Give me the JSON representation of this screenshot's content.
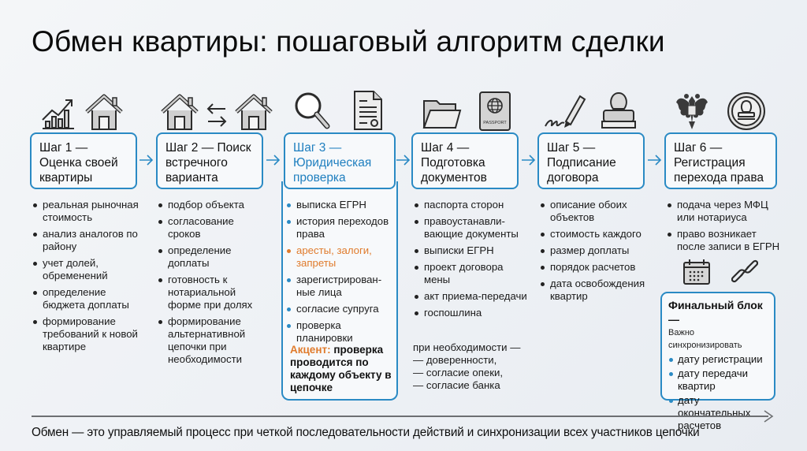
{
  "title": "Обмен квартиры: пошаговый алгоритм сделки",
  "colors": {
    "accent": "#2a8ac4",
    "warning": "#e07b2c",
    "text": "#111111",
    "background": "#eef1f5"
  },
  "icons": [
    [
      "growth-chart-icon",
      "house-icon"
    ],
    [
      "house-icon",
      "exchange-arrows-icon",
      "house-icon"
    ],
    [
      "magnifier-icon",
      "document-icon"
    ],
    [
      "folder-icon",
      "passport-icon"
    ],
    [
      "signature-pen-icon",
      "stamp-icon"
    ],
    [
      "coat-of-arms-icon",
      "seal-icon"
    ]
  ],
  "steps": [
    {
      "label": "Шаг 1 — Оценка своей квартиры",
      "line1": "Шаг 1 —",
      "line2": "Оценка своей",
      "line3": "квартиры",
      "bullets": [
        "реальная рыночная стоимость",
        "анализ аналогов по району",
        "учет долей, обременений",
        "определение бюджета доплаты",
        "формирование требований к новой квартире"
      ]
    },
    {
      "label": "Шаг 2 — Поиск встречного варианта",
      "line1": "Шаг 2 — Поиск",
      "line2": "встречного",
      "line3": "варианта",
      "bullets": [
        "подбор объекта",
        "согласование сроков",
        "определение доплаты",
        "готовность к нотариальной форме при долях",
        "формирование альтернативной цепочки при необходимости"
      ]
    },
    {
      "label": "Шаг 3 — Юридическая проверка",
      "line1": "Шаг 3 —",
      "line2": "Юридическая",
      "line3": "проверка",
      "bullets": [
        "выписка ЕГРН",
        "история переходов права",
        "аресты, залоги, запреты",
        "зарегистрирован-ные лица",
        "согласие супруга",
        "проверка планировки"
      ],
      "accent_label": "Акцент:",
      "accent_text": "проверка проводится по каждому объекту в цепочке"
    },
    {
      "label": "Шаг 4 — Подготовка документов",
      "line1": "Шаг 4 —",
      "line2": "Подготовка",
      "line3": "документов",
      "bullets": [
        "паспорта сторон",
        "правоустанавли-вающие документы",
        "выписки ЕГРН",
        "проект договора мены",
        "акт приема-передачи",
        "госпошлина"
      ],
      "extra": [
        "при необходимости —",
        "— доверенности,",
        "— согласие опеки,",
        "— согласие банка"
      ]
    },
    {
      "label": "Шаг 5 — Подписание договора",
      "line1": "Шаг 5 —",
      "line2": "Подписание",
      "line3": "договора",
      "bullets": [
        "описание обоих объектов",
        "стоимость каждого",
        "размер доплаты",
        "порядок расчетов",
        "дата освобождения квартир"
      ]
    },
    {
      "label": "Шаг 6 — Регистрация перехода права",
      "line1": "Шаг 6 —",
      "line2": "Регистрация",
      "line3": "перехода права",
      "bullets": [
        "подача через МФЦ или нотариуса",
        "право возникает после записи в ЕГРН"
      ]
    }
  ],
  "final_block": {
    "icons": [
      "calendar-icon",
      "chain-link-icon"
    ],
    "title": "Финальный блок —",
    "subtitle": "Важно синхронизировать",
    "items": [
      "дату регистрации",
      "дату передачи квартир",
      "дату окончательных расчетов"
    ]
  },
  "footer": "Обмен — это управляемый процесс при четкой последовательности действий и синхронизации всех участников цепочки"
}
